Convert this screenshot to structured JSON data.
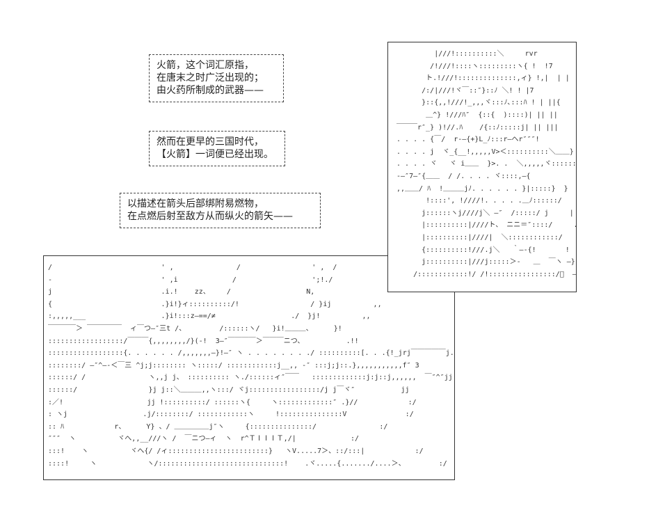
{
  "captions": [
    {
      "lines": [
        "火箭，这个词汇原指，",
        "在唐末之时广泛出现的；",
        "由火药所制成的武器——"
      ]
    },
    {
      "lines": [
        "然而在更早的三国时代，",
        "【火箭】一词便已经出现。"
      ]
    },
    {
      "lines": [
        "以描述在箭头后部绑附易燃物，",
        "在点燃后射至敌方从而纵火的箭矢——"
      ]
    }
  ],
  "right_art": [
    "          |///!::::::::::＼     rvr",
    "         /!///!::::ヽ:::::::::ヽ{ !  !7",
    "        ト.!///!::::::::::::::,ィ} !,|  | |",
    "       /:/|///!ヾ￣::″}::ﾉ ＼! ! |7",
    "       }::{,,!///!_,,,ヾ:::ﾉ､:::ﾊ ! | ||{",
    "        ＿^} !///ﾊ″  {::{  )::::)| || ||",
    " ￣￣￣r″_} )!//.ﾊ    /{::ﾉ:::::j| || |||",
    " . . . . {￣/  r-―{+}L_ﾉ:::r―へr″″″!",
    " . . . . j  ヾ_{__!,,,,,V>＜::::::::::＼＿＿}",
    " . . . . ヾ   ヾ i＿＿  }>. .  ＼,,,,,ヾ::::::!",
    " -―″7―″{＿＿  / /. . . . ヾ::::,―{",
    " ,,＿＿/ ﾊ  !＿＿＿jﾉ. . . . . . }|:::::}  }",
    "        !::::', !////!. . . . .＿ﾉ::::::/   .;",
    "       j::::::ヽj////j＼ ―″  /:::::/ j     |",
    "       |::::::::::|////ト、 ニニ＝″::::/     .|",
    "       |::::::::::|////|  ＼::::::::::::/      !",
    "       {::::::::::!///.j＼   ｀―-{!       !",
    "       j::::::::::|///j:::::＞-   ＿  ￣ヽ ―}",
    "     /::::::::::::!/ /!::::::::::::::::/ﾞ  ―-―.-{"
  ],
  "bottom_art": [
    "/                          ' ,               /                 ' ,  /",
    "-                          ' ,i             /                  ';!./",
    "j                          .i.!    zz、    /                  N,",
    "{                          .}i!}ィ::::::::::/!                 / }ij          ,,",
    ":,,,,,___                  .}i!:::z―==/≠                  ./  }j!          ,,",
    "￣￣￣￣＞ ￣￣￣￣￣  ィ￣つ―″三t /、        /::::::ヽ/   }i!＿＿＿、     }!",
    "::::::::::::::::::/￣￣￣{,,,,,,,,/}(-!  3―″￣￣￣￣＞￣￣￣ニつ、          .!!",
    "::::::::::::::::::{. . . . . . /,,,,,,,―}!―″ ヽ . . . . . . . ./ ::::::::::[. . .{!_jrj￣￣￣￣￣j.j＿＿､",
    "::::::::/ ―″^―-＜￣三 ^j;j:::::::: ヽ:::::/ ::::::::::::j__,, -″ :::j;j::.},,,,,,,,,,,f″ 3",
    "::::::/ /               ヽ,,j j、 :::::::::: ヽ./::::::ィ″￣￣   :::::::::::::j:j::j,,,,,,  ￣″^″jj",
    "::::::/                 }j j::＼＿＿＿,,ヽ:::/ ヾj:::::::::::::::::/j j￣ヾ″           jj",
    ":／!                    jj !::::::::::/ ::::::ヽ{     ヽ:::::::::::::″ .}//            :/",
    ": ヽj                  .j/::::::::/ ::::::::::::ヽ     !:::::::::::::::V              :/",
    ":: ﾊ            r、     Y} 、/ ＿＿＿＿＿j″ヽ     {:::::::::::::::/               :/",
    "″″″  ヽ          ヾへ,,__///ヽ /  ￣ニつ―ィ  ヽ  r^ＴⅠⅠⅠＴ,/|             :/",
    ":::!    ヽ          ヾへ{/ /ィ::::::::::::::::::::::::}   ヽV.....7＞、::/:::|            :/",
    "::::!     ヽ            ヽ/::::::::::::::::::::::::::::::!    .ヾ.....{......./....＞、        :/"
  ]
}
